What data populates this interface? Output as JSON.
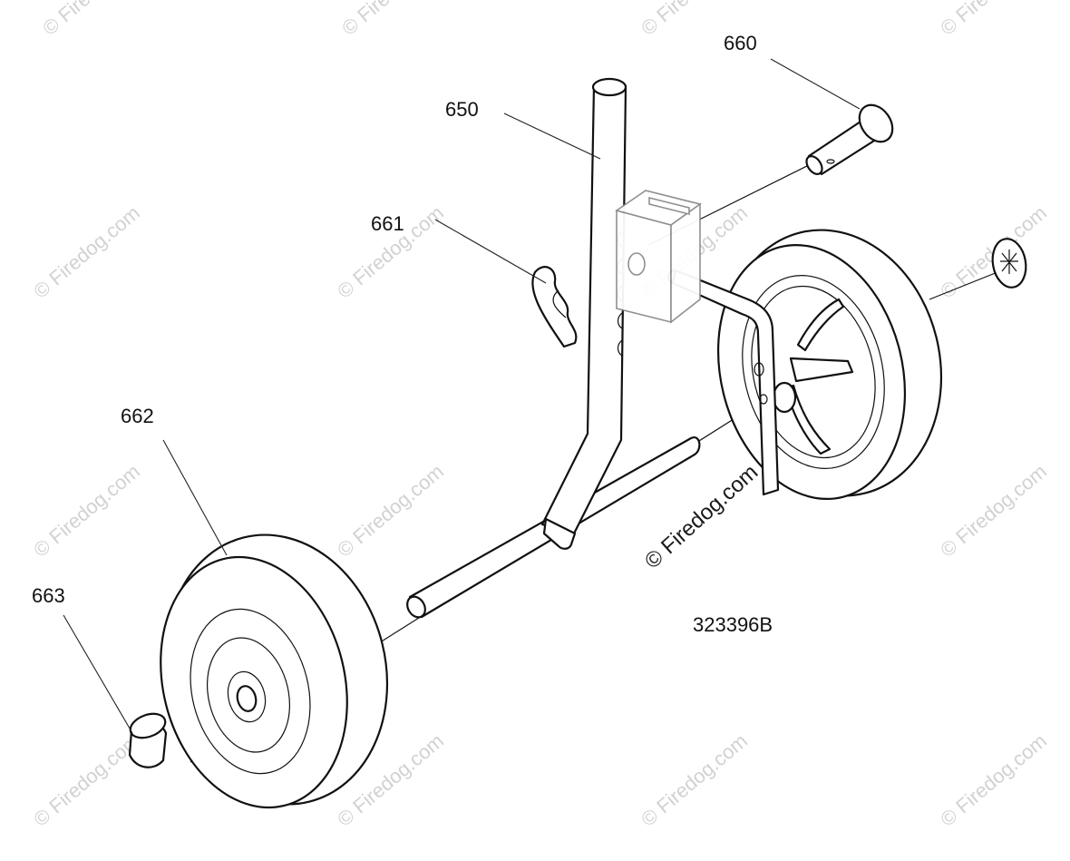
{
  "diagram": {
    "callouts": {
      "p660": "660",
      "p650": "650",
      "p661": "661",
      "p662": "662",
      "p663": "663"
    },
    "drawing_number": "323396B",
    "watermark_text": "© Firedog.com",
    "watermark_tile_text": "© Firedog.com"
  },
  "colors": {
    "line": "#111111",
    "watermark": "#d2d2d2",
    "background": "#ffffff"
  }
}
